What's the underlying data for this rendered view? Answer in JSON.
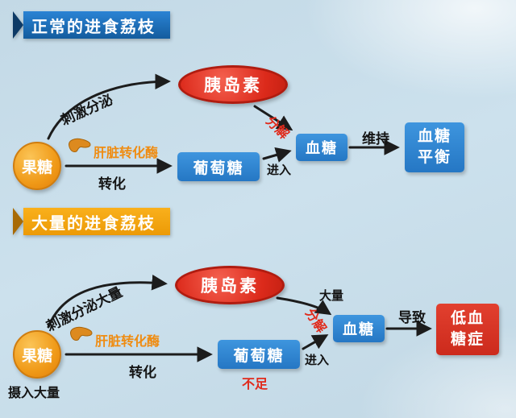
{
  "colors": {
    "background": "#c8dde9",
    "banner_blue": "#1a6fc0",
    "banner_orange": "#f2a40e",
    "node_blue": "#2e86d2",
    "node_red": "#d92c1d",
    "box_red": "#da3126",
    "circle_orange": "#ef9417",
    "text_orange": "#ef8c12",
    "text_red": "#e02b1c",
    "arrow": "#1c1c1c"
  },
  "section_normal": {
    "banner": "正常的进食荔枝",
    "fructose": "果糖",
    "stimulate_label": "刺激分泌",
    "insulin": "胰岛素",
    "liver_enzyme_label": "肝脏转化酶",
    "convert_label": "转化",
    "glucose": "葡萄糖",
    "decompose_label": "分解",
    "enter_label": "进入",
    "blood_sugar": "血糖",
    "maintain_label": "维持",
    "balance_line1": "血糖",
    "balance_line2": "平衡"
  },
  "section_excess": {
    "banner": "大量的进食荔枝",
    "fructose": "果糖",
    "intake_label": "摄入大量",
    "stimulate_label": "刺激分泌大量",
    "insulin": "胰岛素",
    "liver_enzyme_label": "肝脏转化酶",
    "convert_label": "转化",
    "glucose": "葡萄糖",
    "insufficient_label": "不足",
    "decompose_label": "分解",
    "amount_label": "大量",
    "blood_sugar": "血糖",
    "enter_label": "进入",
    "cause_label": "导致",
    "hypoglycemia_line1": "低血",
    "hypoglycemia_line2": "糖症"
  }
}
